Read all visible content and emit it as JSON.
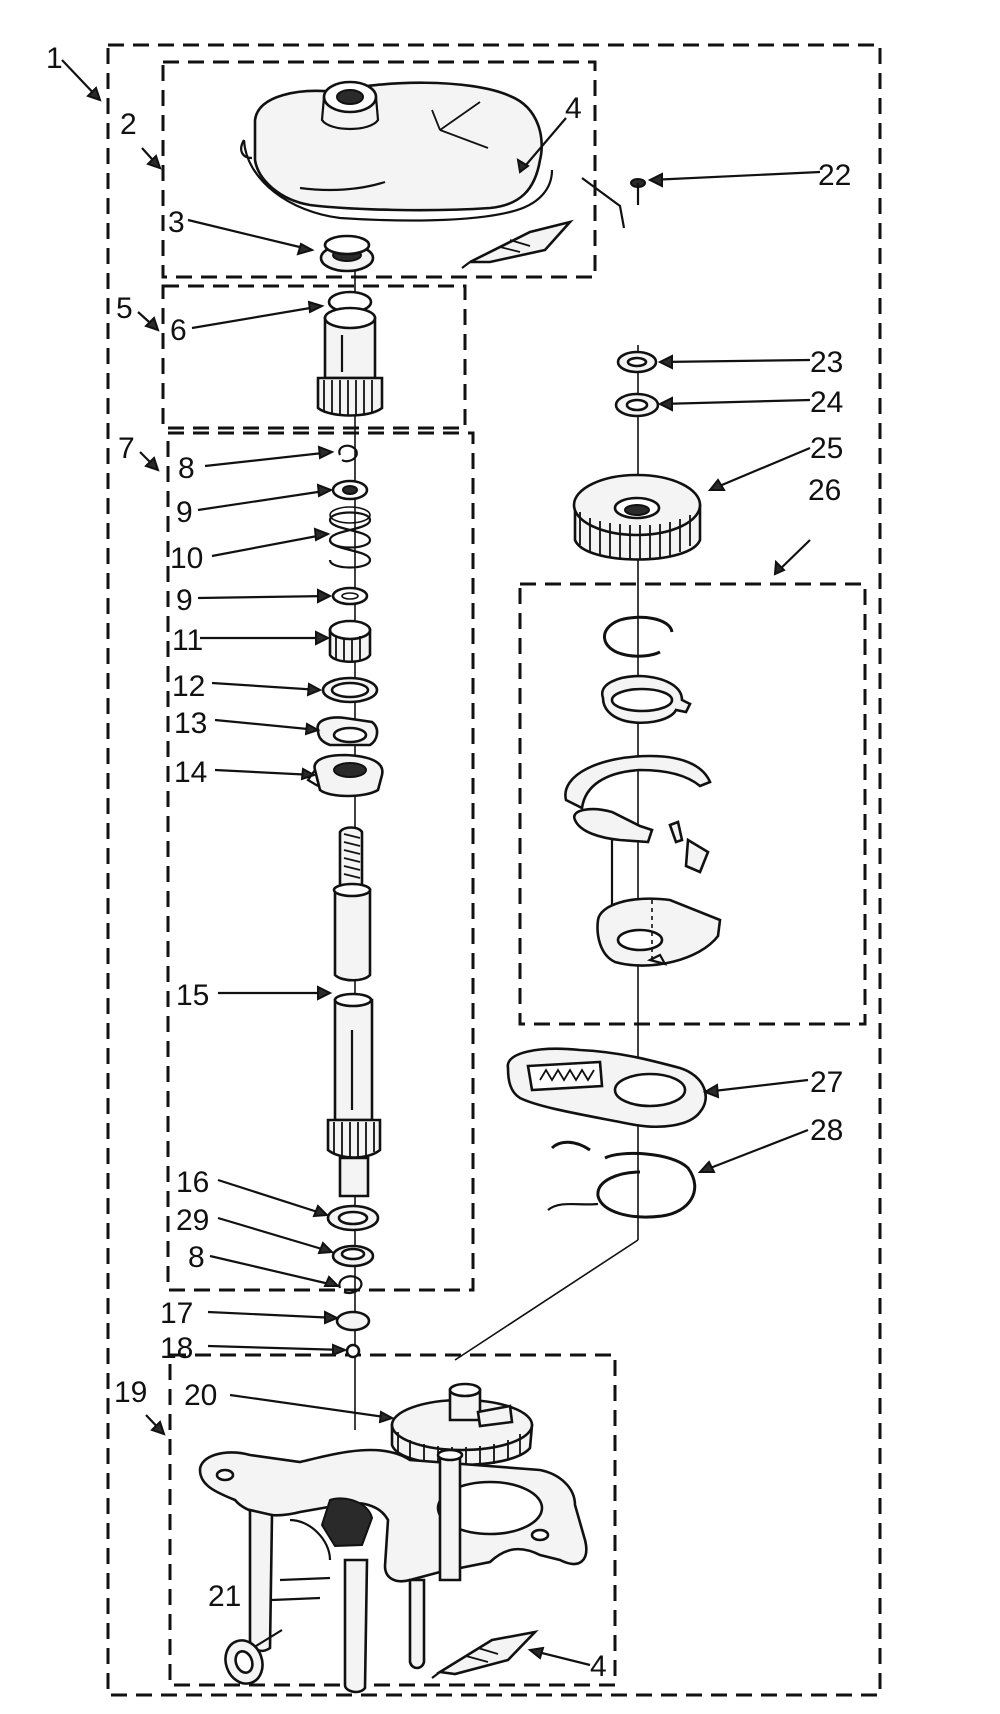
{
  "callouts": {
    "c1": "1",
    "c2": "2",
    "c3": "3",
    "c4a": "4",
    "c4b": "4",
    "c5": "5",
    "c6": "6",
    "c7": "7",
    "c8a": "8",
    "c8b": "8",
    "c9a": "9",
    "c9b": "9",
    "c10": "10",
    "c11": "11",
    "c12": "12",
    "c13": "13",
    "c14": "14",
    "c15": "15",
    "c16": "16",
    "c17": "17",
    "c18": "18",
    "c19": "19",
    "c20": "20",
    "c21": "21",
    "c22": "22",
    "c23": "23",
    "c24": "24",
    "c25": "25",
    "c26": "26",
    "c27": "27",
    "c28": "28",
    "c29": "29"
  }
}
